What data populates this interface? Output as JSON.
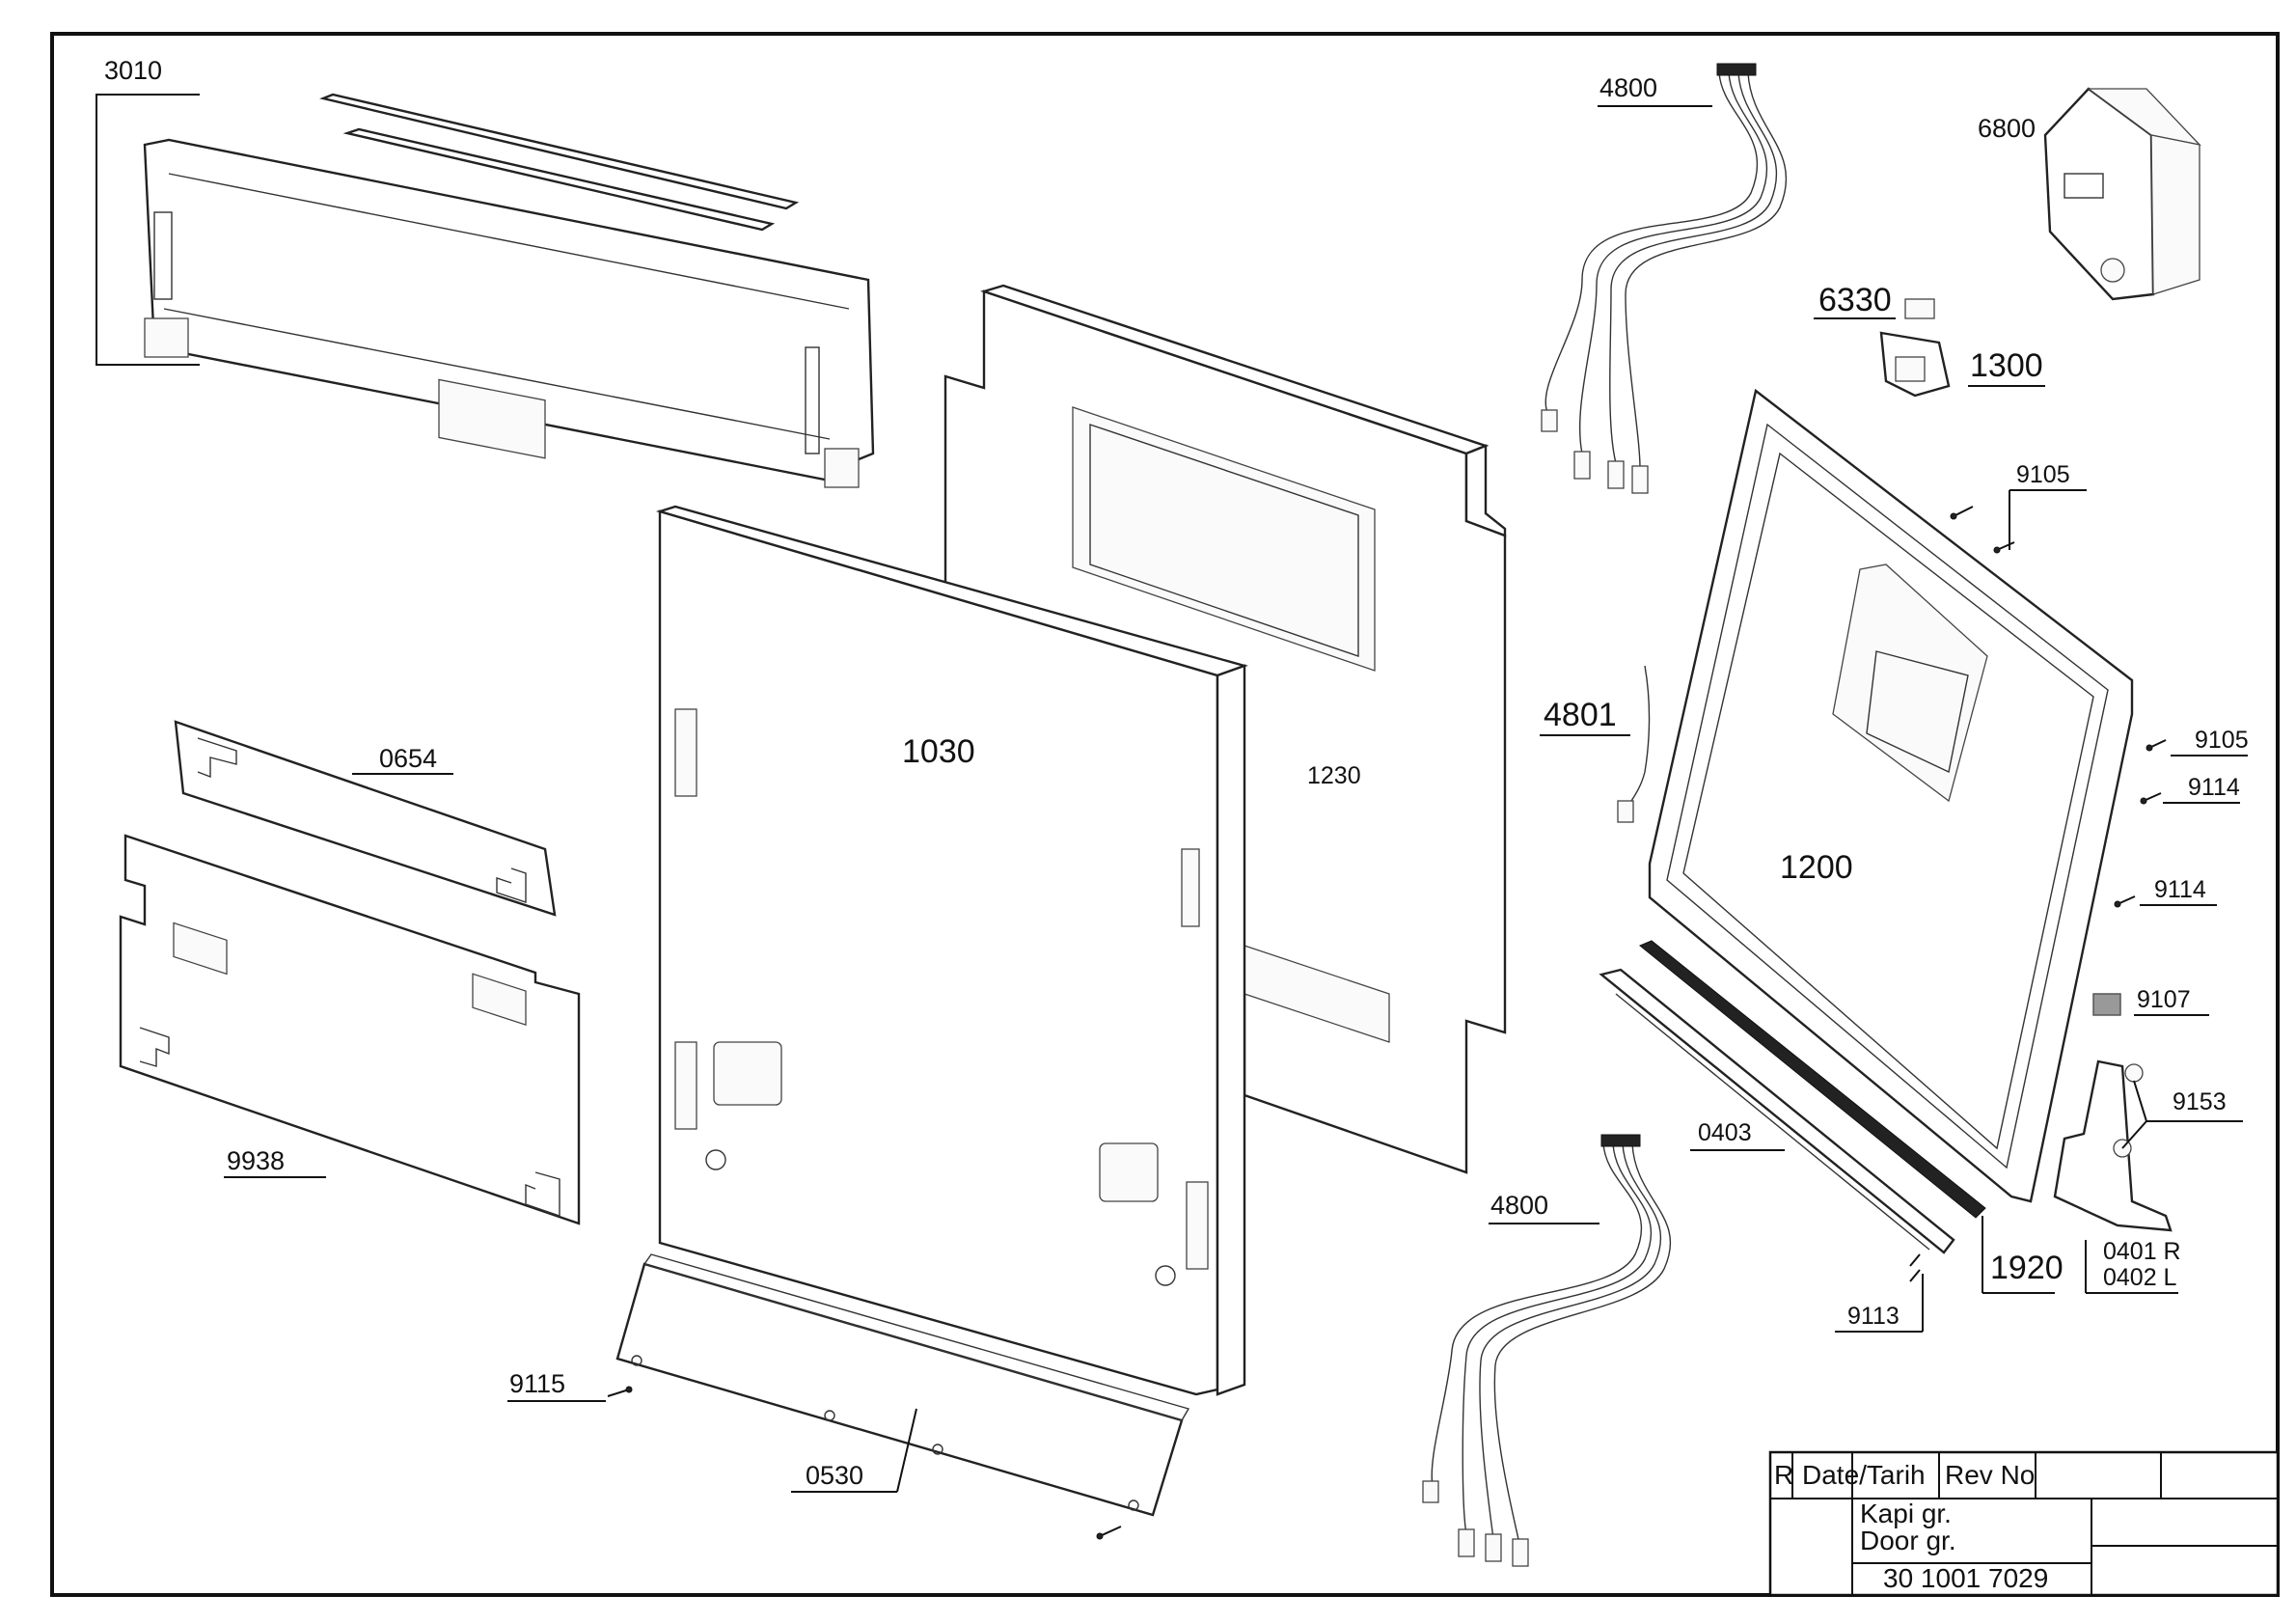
{
  "parts": {
    "p3010": "3010",
    "p4800_top": "4800",
    "p6800": "6800",
    "p6330": "6330",
    "p1300": "1300",
    "p9105_top": "9105",
    "p4801": "4801",
    "p9105_right": "9105",
    "p9114_a": "9114",
    "p9114_b": "9114",
    "p1200": "1200",
    "p9107": "9107",
    "p9153": "9153",
    "p0403": "0403",
    "p1920": "1920",
    "p0401": "0401 R",
    "p0402": "0402 L",
    "p9113": "9113",
    "p4800_bottom": "4800",
    "p0654": "0654",
    "p1030": "1030",
    "p1230": "1230",
    "p9938": "9938",
    "p9115": "9115",
    "p0530": "0530"
  },
  "title_block": {
    "rev_col": "R",
    "date_col": "Date/Tarih",
    "revno_col": "Rev No",
    "title_tr": "Kapi gr.",
    "title_en": "Door gr.",
    "doc_number": "30 1001 7029"
  }
}
